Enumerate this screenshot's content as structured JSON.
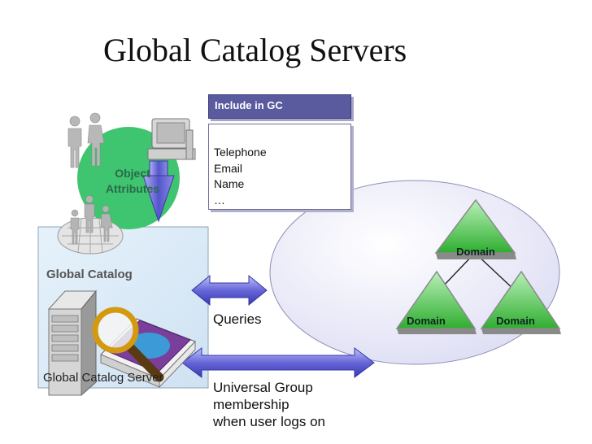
{
  "title": "Global Catalog Servers",
  "gc_box": {
    "header": "Include in GC",
    "items": [
      "Telephone",
      "Email",
      "Name",
      "…"
    ]
  },
  "object_label": "Object\nAttributes",
  "global_catalog_label": "Global Catalog",
  "server_label": "Global Catalog Server",
  "queries_label": "Queries",
  "ugm_label": "Universal Group\nmembership\nwhen user logs on",
  "domains": [
    "Domain",
    "Domain",
    "Domain"
  ],
  "colors": {
    "title": "#111111",
    "header_bg": "#5a5a9e",
    "arrow": "#6c6cd8",
    "domain_green": "#5fc95f",
    "circle_green": "#3fc46f",
    "ellipse": "#eeeefc"
  }
}
